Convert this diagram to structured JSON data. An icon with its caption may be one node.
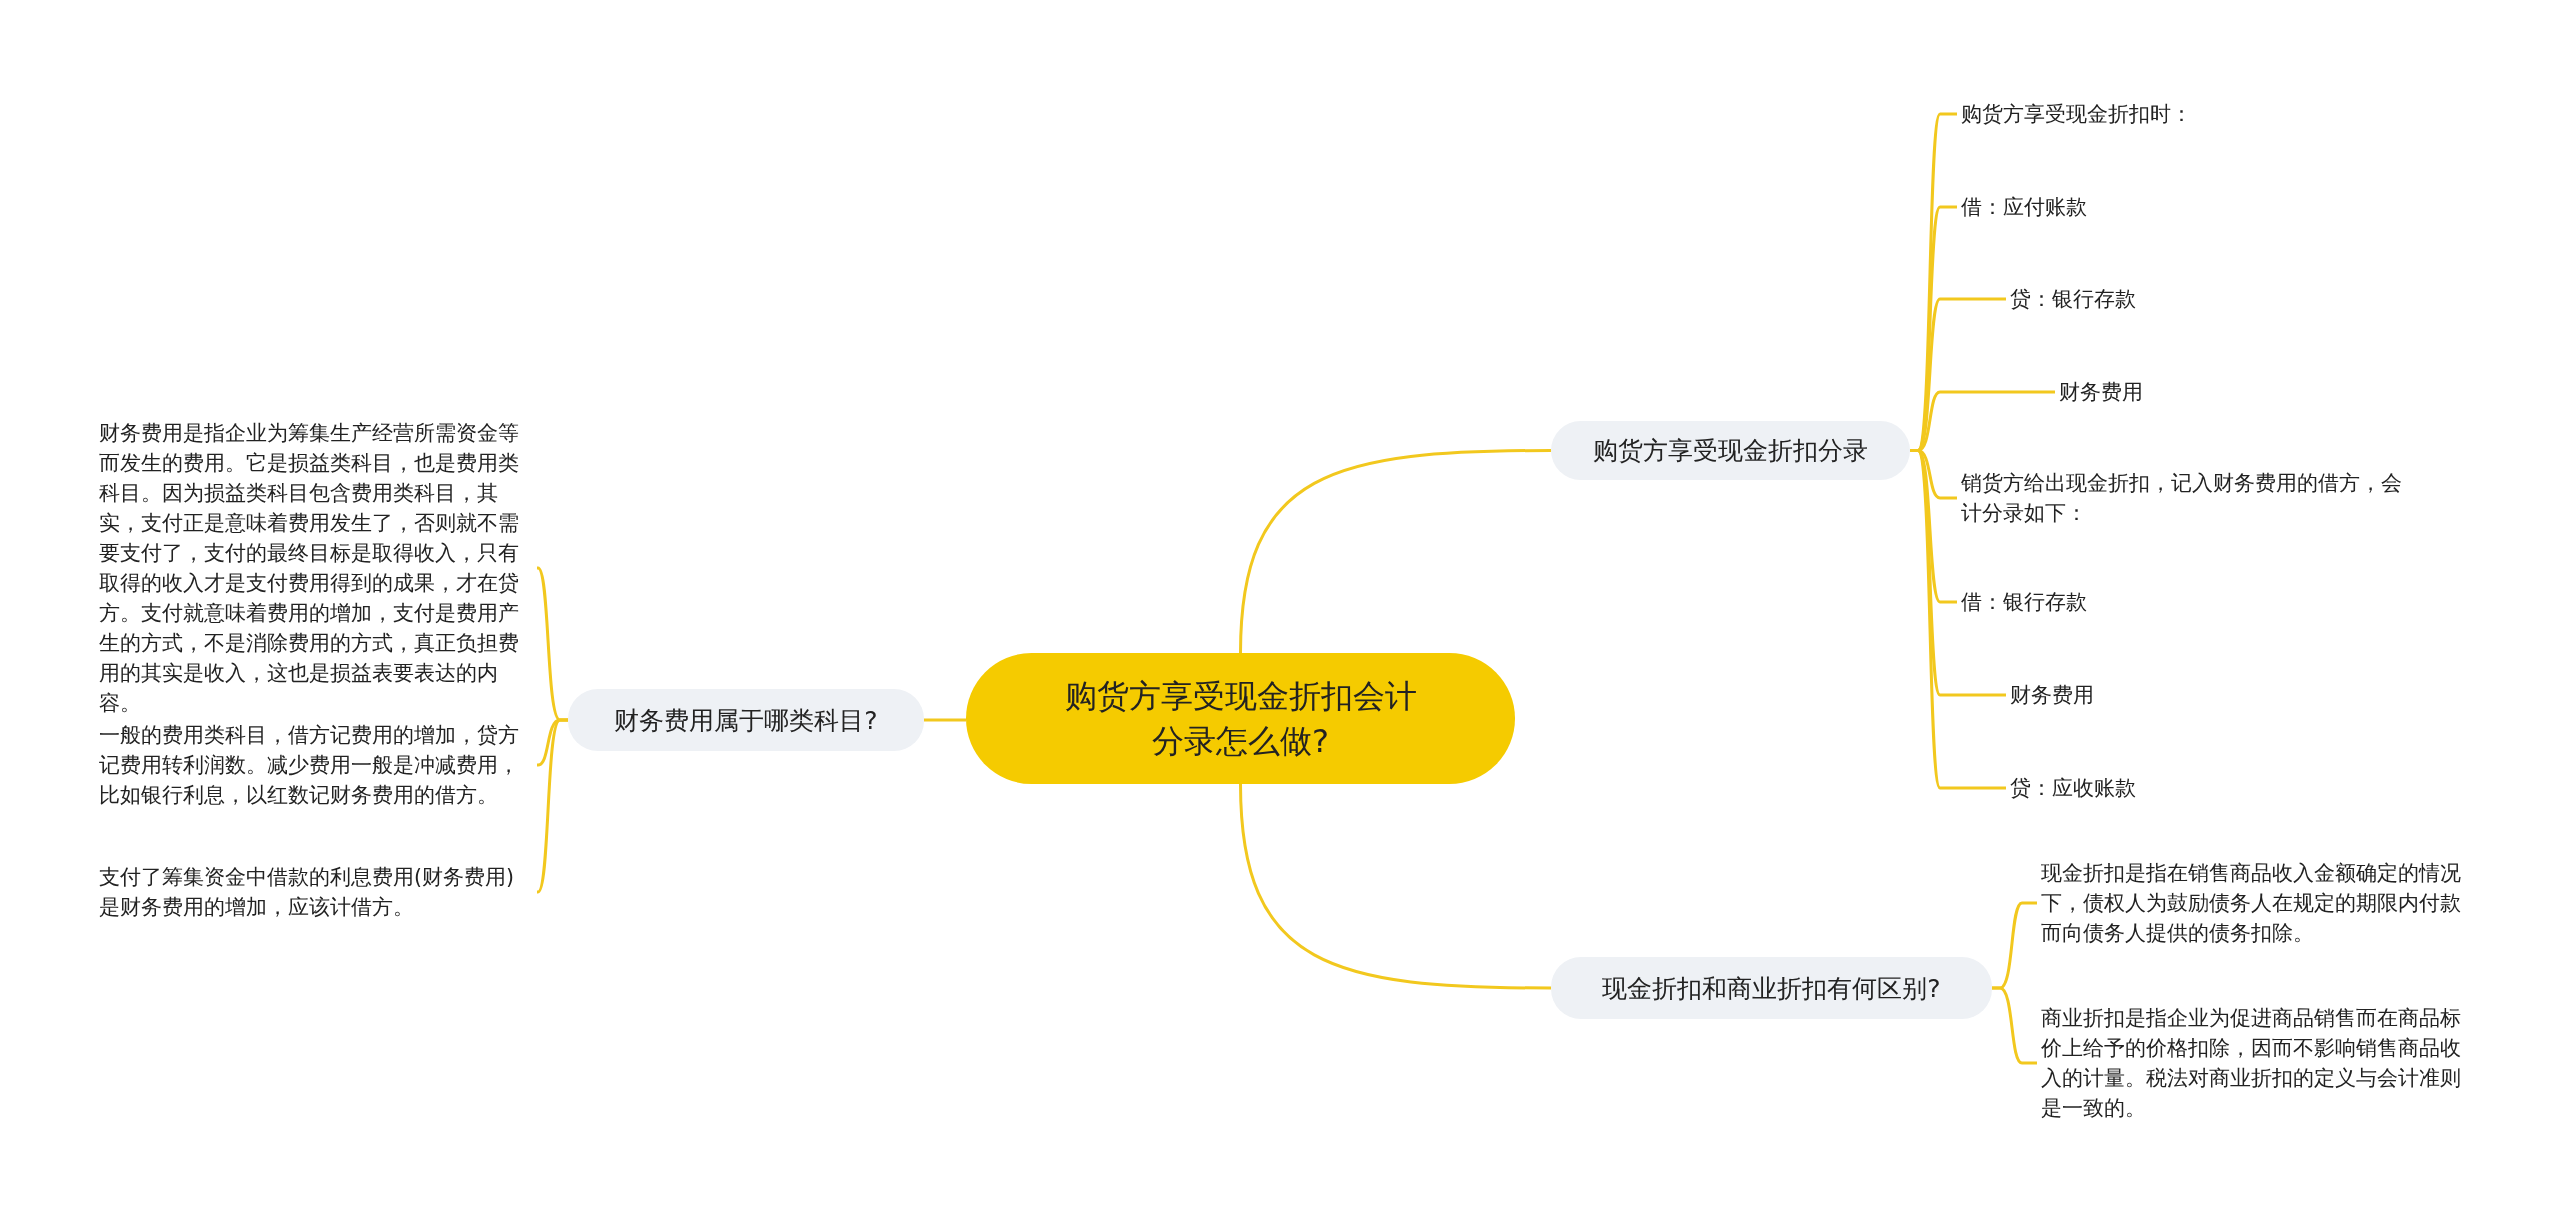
{
  "diagram": {
    "nodes": [
      {
        "text": [
          "购货方享受现金折扣会计分录怎么做?"
        ]
      },
      {
        "text": [
          "购货方享受现金折扣分录"
        ]
      },
      {
        "text": [
          "现金折扣和商业折扣有何区别?"
        ]
      },
      {
        "text": [
          "财务费用属于哪类科目?"
        ]
      },
      {
        "text": [
          "购货方享受现金折扣时："
        ]
      },
      {
        "text": [
          "借：应付账款"
        ]
      },
      {
        "text": [
          "贷：银行存款"
        ]
      },
      {
        "text": [
          "财务费用"
        ]
      },
      {
        "text": [
          "销货方给出现金折扣，记入财务费用的借方，会计分录如下："
        ]
      },
      {
        "text": [
          "借：银行存款"
        ]
      },
      {
        "text": [
          "财务费用"
        ]
      },
      {
        "text": [
          "贷：应收账款"
        ]
      },
      {
        "text": [
          "现金折扣是指在销售商品收入金额确定的情况下，债权人为鼓励债务人在规定的期限内付款而向债务人提供的债务扣除。"
        ]
      },
      {
        "text": [
          "商业折扣是指企业为促进商品销售而在商品标价上给予的价格扣除，因而不影响销售商品收入的计量。税法对商业折扣的定义与会计准则是一致的。"
        ]
      },
      {
        "text": [
          "财务费用是指企业为筹集生产经营所需资金等而发生的费用。它是损益类科目，也是费用类科目。因为损益类科目包含费用类科目，其实，支付正是意味着费用发生了，否则就不需要支付了，支付的最终目标是取得收入，只有取得的收入才是支付费用得到的成果，才在贷方。支付就意味着费用的增加，支付是费用产生的方式，不是消除费用的方式，真正负担费用的其实是收入，这也是损益表要表达的内容。"
        ]
      },
      {
        "text": [
          "一般的费用类科目，借方记费用的增加，贷方记费用转利润数。减少费用一般是冲减费用，比如银行利息，以红数记财务费用的借方。"
        ]
      },
      {
        "text": [
          "支付了筹集资金中借款的利息费用(财务费用)是财务费用的增加，应该计借方。"
        ]
      }
    ],
    "edges": [
      {
        "from": 0,
        "to": 1,
        "arrow": "none"
      },
      {
        "from": 0,
        "to": 2,
        "arrow": "none"
      },
      {
        "from": 0,
        "to": 3,
        "arrow": "none"
      },
      {
        "from": 1,
        "to": 4,
        "arrow": "none"
      },
      {
        "from": 1,
        "to": 5,
        "arrow": "none"
      },
      {
        "from": 1,
        "to": 6,
        "arrow": "none"
      },
      {
        "from": 1,
        "to": 7,
        "arrow": "none"
      },
      {
        "from": 1,
        "to": 8,
        "arrow": "none"
      },
      {
        "from": 1,
        "to": 9,
        "arrow": "none"
      },
      {
        "from": 1,
        "to": 10,
        "arrow": "none"
      },
      {
        "from": 1,
        "to": 11,
        "arrow": "none"
      },
      {
        "from": 2,
        "to": 12,
        "arrow": "none"
      },
      {
        "from": 2,
        "to": 13,
        "arrow": "none"
      },
      {
        "from": 3,
        "to": 14,
        "arrow": "none"
      },
      {
        "from": 3,
        "to": 15,
        "arrow": "none"
      },
      {
        "from": 3,
        "to": 16,
        "arrow": "none"
      }
    ]
  }
}
